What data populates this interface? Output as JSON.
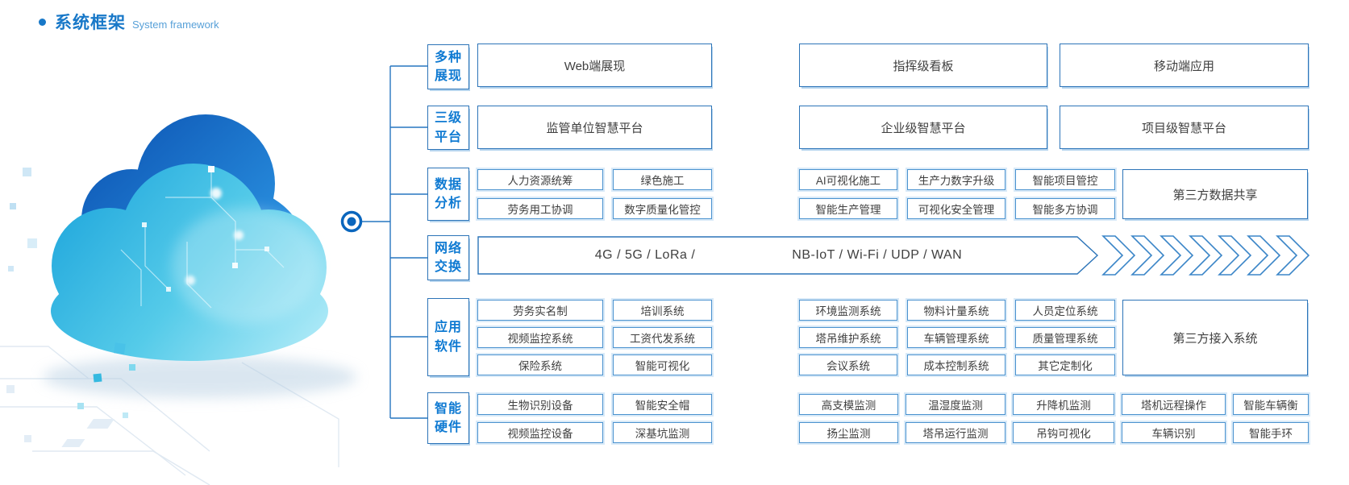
{
  "title": {
    "zh": "系统框架",
    "en": "System framework"
  },
  "colors": {
    "accent": "#1878c8",
    "big_border": "#2c74b8",
    "small_border": "#4a92cf",
    "text": "#3f3f3f"
  },
  "categories": [
    {
      "l1": "多种",
      "l2": "展现"
    },
    {
      "l1": "三级",
      "l2": "平台"
    },
    {
      "l1": "数据",
      "l2": "分析"
    },
    {
      "l1": "网络",
      "l2": "交换"
    },
    {
      "l1": "应用",
      "l2": "软件"
    },
    {
      "l1": "智能",
      "l2": "硬件"
    }
  ],
  "display_row": [
    "Web端展现",
    "指挥级看板",
    "移动端应用"
  ],
  "platform_row": [
    "监管单位智慧平台",
    "企业级智慧平台",
    "项目级智慧平台"
  ],
  "analysis": {
    "left": [
      "人力资源统筹",
      "绿色施工",
      "劳务用工协调",
      "数字质量化管控"
    ],
    "mid": [
      "AI可视化施工",
      "生产力数字升级",
      "智能项目管控",
      "智能生产管理",
      "可视化安全管理",
      "智能多方协调"
    ],
    "tall": "第三方数据共享"
  },
  "network": {
    "seg1": "4G / 5G / LoRa /",
    "seg2": "NB-IoT / Wi-Fi / UDP / WAN"
  },
  "software": {
    "left": [
      "劳务实名制",
      "培训系统",
      "视频监控系统",
      "工资代发系统",
      "保险系统",
      "智能可视化"
    ],
    "mid": [
      "环境监测系统",
      "物料计量系统",
      "人员定位系统",
      "塔吊维护系统",
      "车辆管理系统",
      "质量管理系统",
      "会议系统",
      "成本控制系统",
      "其它定制化"
    ],
    "tall": "第三方接入系统"
  },
  "hardware": {
    "left": [
      "生物识别设备",
      "智能安全帽",
      "视频监控设备",
      "深基坑监测"
    ],
    "right": [
      "高支模监测",
      "温湿度监测",
      "升降机监测",
      "塔机远程操作",
      "智能车辆衡",
      "扬尘监测",
      "塔吊运行监测",
      "吊钩可视化",
      "车辆识别",
      "智能手环"
    ]
  }
}
